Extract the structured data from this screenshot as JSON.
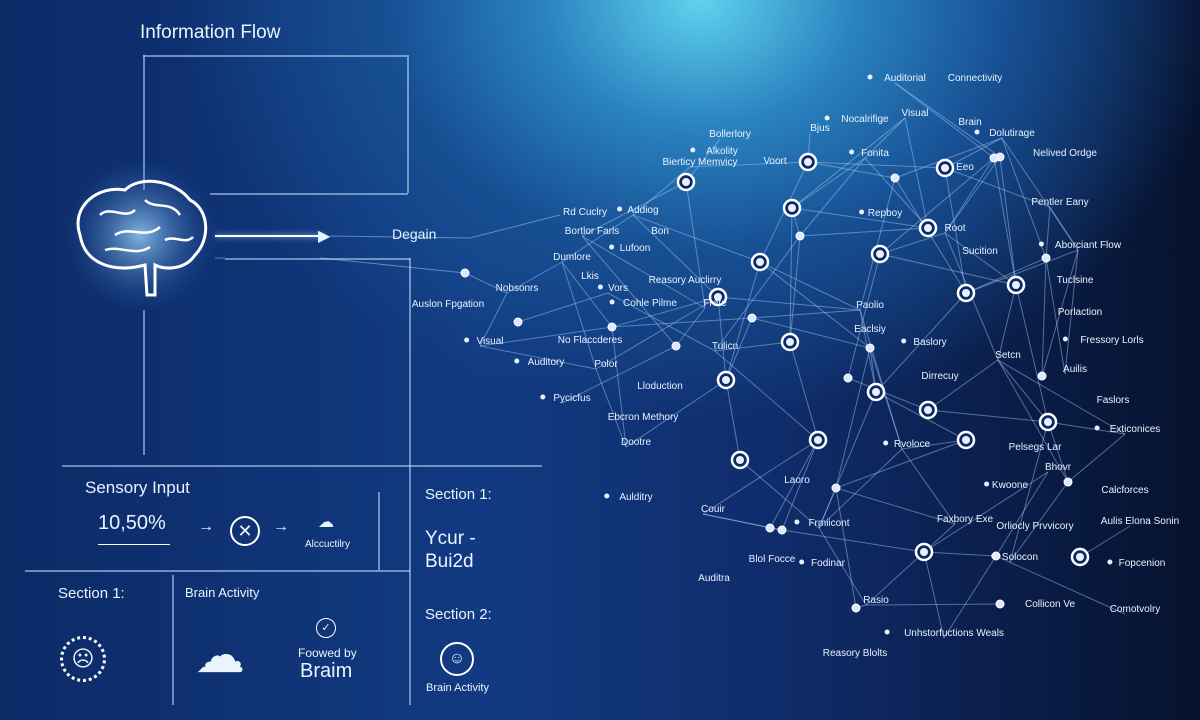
{
  "title": "Information Flow",
  "target_label": "Degain",
  "sensory": {
    "title": "Sensory Input",
    "value": "10,50%",
    "result_label": "Alccuctilry"
  },
  "section_left": {
    "title": "Section 1:"
  },
  "brain_activity": {
    "title": "Brain Activity",
    "caption_small": "Foowed by",
    "caption_big": "Braim"
  },
  "right_col": {
    "section1": "Section 1:",
    "text_line1": "Ycur -",
    "text_line2": "Bui2d",
    "section2": "Section 2:",
    "caption": "Brain Activity"
  },
  "network_labels": [
    "Auditorial",
    "Connectivity",
    "Bjus",
    "Nocalrifige",
    "Visual",
    "Brain",
    "Dolutirage",
    "Nelived Ordge",
    "Bollerlory",
    "Alkolity",
    "Bierticy Memvicy",
    "Voort",
    "Fonita",
    "Eeo",
    "Pentler Eany",
    "Repboy",
    "Root",
    "Sucition",
    "Aborciant Flow",
    "Tuclsine",
    "Porlaction",
    "Fressory Lorls",
    "Auilis",
    "Faslors",
    "Exticonices",
    "Calcforces",
    "Aulis Elona Sonin",
    "Fopcenion",
    "Comotvolry",
    "Rd Cuclry",
    "Addiog",
    "Bon",
    "Bortlor Farls",
    "Lufoon",
    "Dumlore",
    "Lkis",
    "Vors",
    "Reasory Auclirry",
    "Nobsonrs",
    "Cohle Pilme",
    "Frete",
    "Auslon Fpgation",
    "Visual",
    "No Flaccderes",
    "Tulicn",
    "Auditory",
    "Polor",
    "Lloduction",
    "Pycicfus",
    "Ebcron Methory",
    "Dootre",
    "Aulditry",
    "Couir",
    "Laoro",
    "Frmiicont",
    "Blol Focce",
    "Auditra",
    "Fodinar",
    "Rasio",
    "Reasory Blolts",
    "Unhstorfuctions Weals",
    "Eaclsiy",
    "Paolio",
    "Baslory",
    "Setcn",
    "Dirrecuy",
    "Rvoloce",
    "Pelsegs Lar",
    "Bhovr",
    "Kwoone",
    "Faxbory Exe",
    "Orliocly Prvvicory",
    "Solocon",
    "Collicon Ve"
  ]
}
